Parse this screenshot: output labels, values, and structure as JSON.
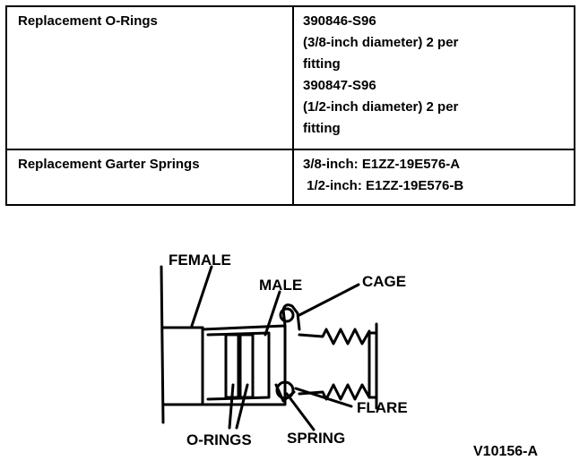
{
  "table": {
    "rows": [
      {
        "part": "Replacement O-Rings",
        "spec_lines": [
          "390846-S96",
          "(3/8-inch diameter) 2 per",
          "fitting",
          "390847-S96",
          "(1/2-inch diameter) 2 per",
          "fitting"
        ]
      },
      {
        "part": "Replacement Garter Springs",
        "spec_lines": [
          "3/8-inch: E1ZZ-19E576-A",
          " 1/2-inch: E1ZZ-19E576-B"
        ]
      }
    ]
  },
  "diagram": {
    "labels": {
      "female": "FEMALE",
      "male": "MALE",
      "cage": "CAGE",
      "flare": "FLARE",
      "o_rings": "O-RINGS",
      "spring": "SPRING"
    },
    "figure_id": "V10156-A"
  }
}
